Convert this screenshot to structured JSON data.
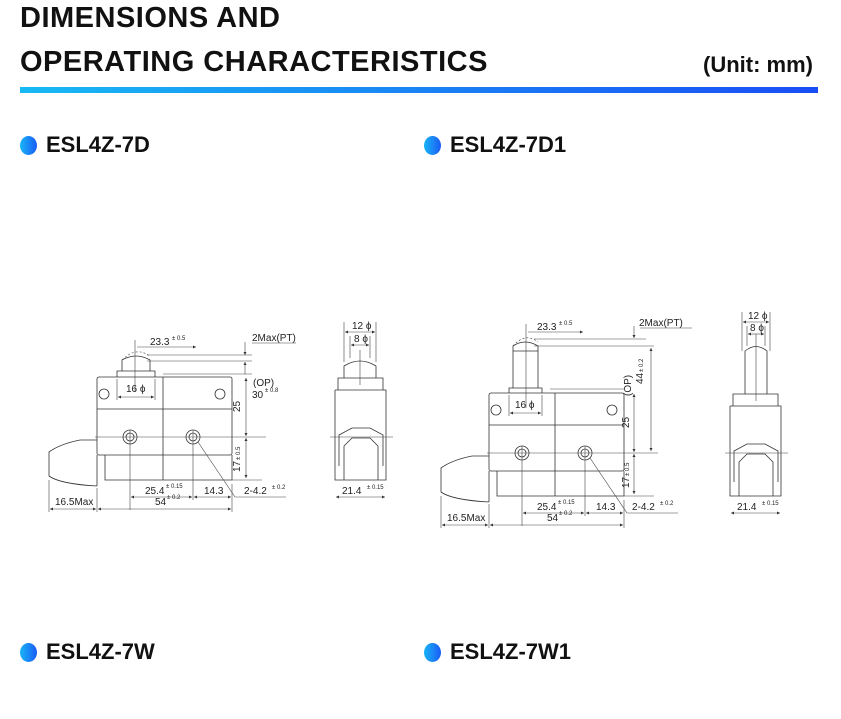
{
  "header": {
    "title_line1": "DIMENSIONS AND",
    "title_line2": "OPERATING CHARACTERISTICS",
    "unit": "(Unit: mm)",
    "rule_colors": [
      "#18b9f4",
      "#1a4df5"
    ]
  },
  "models": [
    {
      "name": "ESL4Z-7D"
    },
    {
      "name": "ESL4Z-7D1"
    },
    {
      "name": "ESL4Z-7W"
    },
    {
      "name": "ESL4Z-7W1"
    }
  ],
  "drawings": {
    "d7d": {
      "dim_233": "23.3",
      "tol_233": "± 0.5",
      "pt": "2Max(PT)",
      "op": "(OP)",
      "op_val": "30",
      "op_tol": "± 0.8",
      "dim_16": "16 ϕ",
      "dim_25": "25",
      "dim_17": "17",
      "tol_17": "± 0.5",
      "dim_254": "25.4",
      "tol_254": "± 0.15",
      "dim_143": "14.3",
      "dim_hole": "2-4.2",
      "tol_hole": "± 0.2",
      "dim_165": "16.5Max",
      "dim_54": "54",
      "tol_54": "± 0.2",
      "dim_12": "12 ϕ",
      "dim_8": "8 ϕ",
      "dim_214": "21.4",
      "tol_214": "± 0.15"
    },
    "d7d1": {
      "dim_233": "23.3",
      "tol_233": "± 0.5",
      "pt": "2Max(PT)",
      "op": "(OP)",
      "op_val": "44",
      "op_tol": "± 0.2",
      "dim_16": "16 ϕ",
      "dim_25": "25",
      "dim_17": "17",
      "tol_17": "± 0.5",
      "dim_254": "25.4",
      "tol_254": "± 0.15",
      "dim_143": "14.3",
      "dim_hole": "2-4.2",
      "tol_hole": "± 0.2",
      "dim_165": "16.5Max",
      "dim_54": "54",
      "tol_54": "± 0.2",
      "dim_12": "12 ϕ",
      "dim_8": "8 ϕ",
      "dim_214": "21.4",
      "tol_214": "± 0.15"
    }
  }
}
